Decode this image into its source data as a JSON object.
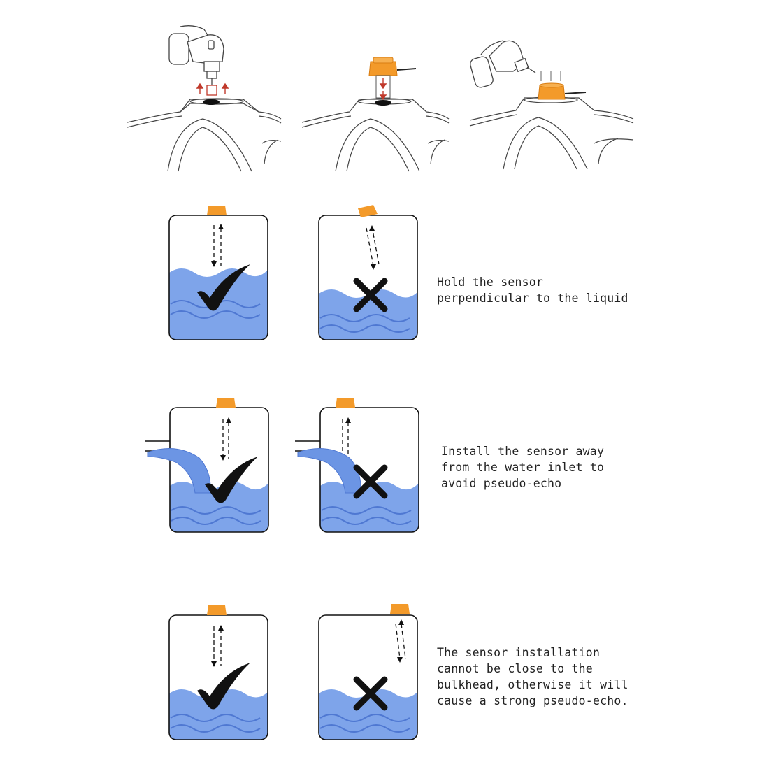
{
  "captions": {
    "row1": "Hold the sensor\nperpendicular to the liquid",
    "row2": "Install the sensor away\nfrom the water inlet to\navoid pseudo-echo",
    "row3": "The sensor installation\ncannot be close to the\nbulkhead, otherwise it will\ncause a strong pseudo-echo."
  },
  "colors": {
    "sensor": "#f39a2a",
    "sensor_dark": "#d97d12",
    "water": "#7ea4ea",
    "wave_line": "#4f78d2",
    "jet": "#6c95e4",
    "mark": "#111111",
    "arrow_red": "#c0392b",
    "line": "#444444"
  },
  "icons": {
    "ok": "check-mark-icon",
    "bad": "cross-mark-icon",
    "tool": "drill-icon"
  }
}
